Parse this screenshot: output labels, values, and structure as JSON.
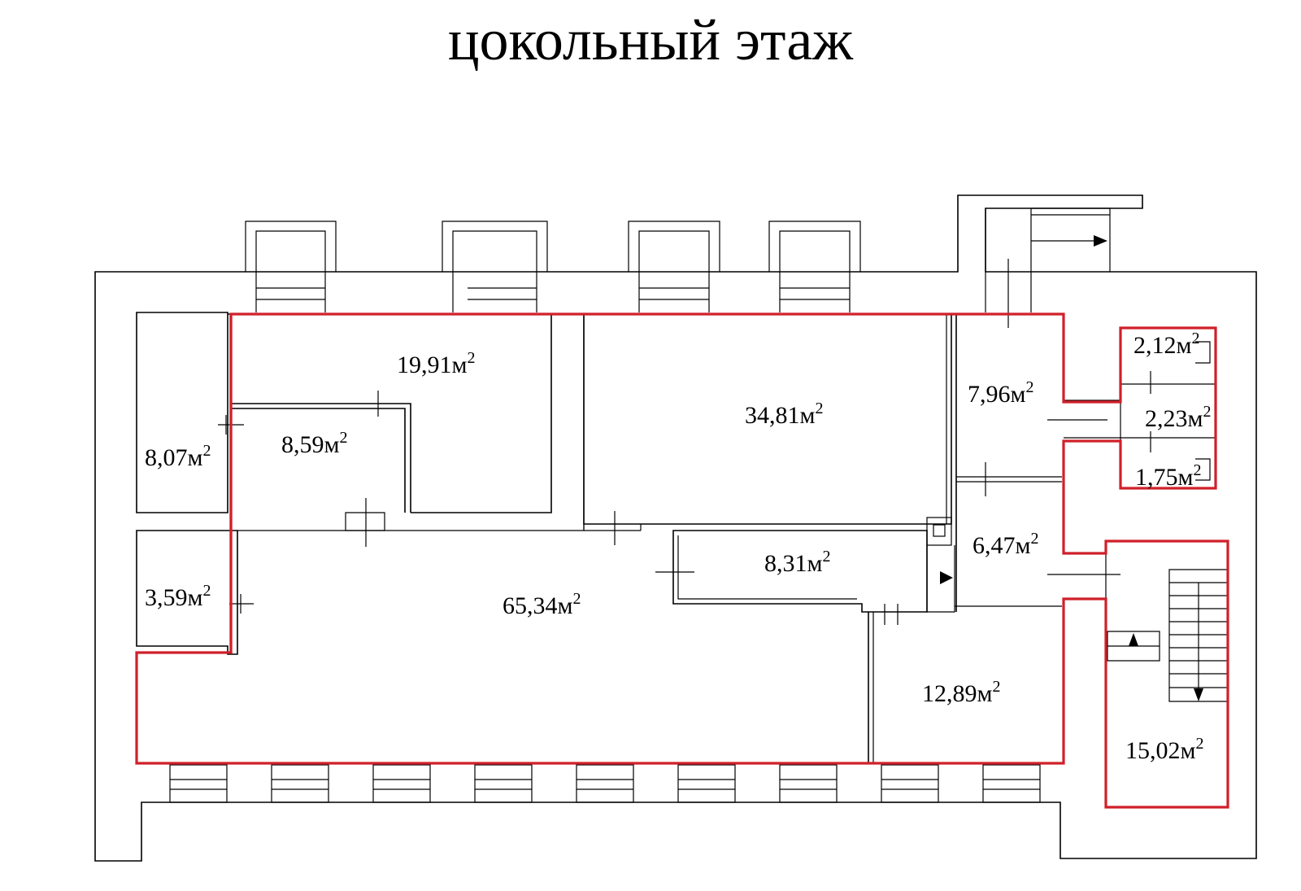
{
  "title": "цокольный этаж",
  "unit_superscript": "2",
  "colors": {
    "highlight": "#d0202a",
    "lines": "#000000",
    "background": "#ffffff"
  },
  "rooms": [
    {
      "id": "r1",
      "label": "19,91м",
      "area": 19.91
    },
    {
      "id": "r2",
      "label": "34,81м",
      "area": 34.81
    },
    {
      "id": "r3",
      "label": "7,96м",
      "area": 7.96
    },
    {
      "id": "r4",
      "label": "2,12м",
      "area": 2.12
    },
    {
      "id": "r5",
      "label": "2,23м",
      "area": 2.23
    },
    {
      "id": "r6",
      "label": "1,75м",
      "area": 1.75
    },
    {
      "id": "r7",
      "label": "8,07м",
      "area": 8.07
    },
    {
      "id": "r8",
      "label": "8,59м",
      "area": 8.59
    },
    {
      "id": "r9",
      "label": "6,47м",
      "area": 6.47
    },
    {
      "id": "r10",
      "label": "8,31м",
      "area": 8.31
    },
    {
      "id": "r11",
      "label": "3,59м",
      "area": 3.59
    },
    {
      "id": "r12",
      "label": "65,34м",
      "area": 65.34
    },
    {
      "id": "r13",
      "label": "12,89м",
      "area": 12.89
    },
    {
      "id": "r14",
      "label": "15,02м",
      "area": 15.02
    }
  ]
}
